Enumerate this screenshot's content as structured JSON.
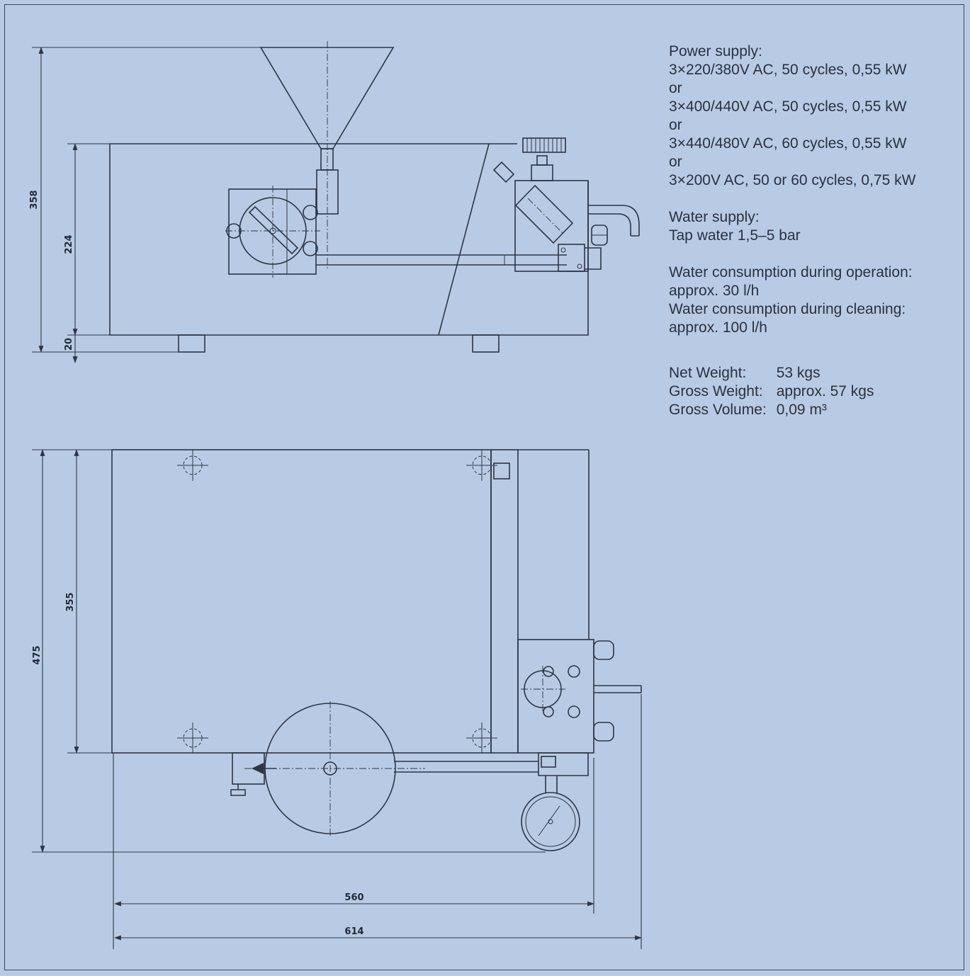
{
  "specs": {
    "power": {
      "heading": "Power supply:",
      "lines": [
        "3×220/380V AC, 50 cycles, 0,55 kW",
        "or",
        "3×400/440V AC, 50 cycles, 0,55 kW",
        "or",
        "3×440/480V AC, 60 cycles, 0,55 kW",
        "or",
        "3×200V AC, 50 or 60 cycles, 0,75 kW"
      ]
    },
    "water": {
      "heading": "Water supply:",
      "line": "Tap water 1,5–5 bar"
    },
    "consumption": {
      "lines": [
        "Water consumption during operation:",
        "approx. 30 l/h",
        "Water consumption during cleaning:",
        "approx. 100 l/h"
      ]
    },
    "weights": [
      {
        "label": "Net Weight:",
        "value": "53 kgs"
      },
      {
        "label": "Gross Weight:",
        "value": "approx. 57 kgs"
      },
      {
        "label": "Gross Volume:",
        "value": "0,09 m³"
      }
    ]
  },
  "dimensions": {
    "side_total_height": "358",
    "side_body_height": "224",
    "side_feet_height": "20",
    "top_total_depth": "475",
    "top_body_depth": "355",
    "body_width": "560",
    "total_width": "614"
  }
}
